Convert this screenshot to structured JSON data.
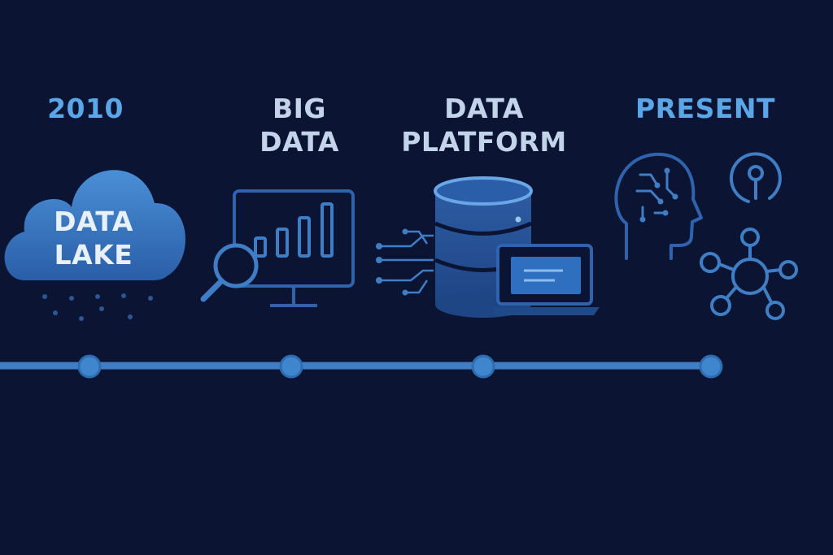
{
  "stages": [
    {
      "id": "2010",
      "title_lines": [
        "2010"
      ]
    },
    {
      "id": "big-data",
      "title_lines": [
        "BIG",
        "DATA"
      ]
    },
    {
      "id": "data-platform",
      "title_lines": [
        "DATA",
        "PLATFORM"
      ]
    },
    {
      "id": "present",
      "title_lines": [
        "PRESENT"
      ]
    }
  ],
  "cloud": {
    "text_lines": [
      "DATA",
      "LAKE"
    ]
  },
  "icons": [
    "cloud-icon",
    "monitor-chart-icon",
    "magnifier-icon",
    "database-icon",
    "laptop-icon",
    "circuit-lines-icon",
    "ai-head-icon",
    "key-circle-icon",
    "network-hub-icon"
  ],
  "colors": {
    "background": "#0b1433",
    "accent": "#5aa6e6",
    "muted_text": "#c3d3ea",
    "line": "#3f7ec4"
  }
}
